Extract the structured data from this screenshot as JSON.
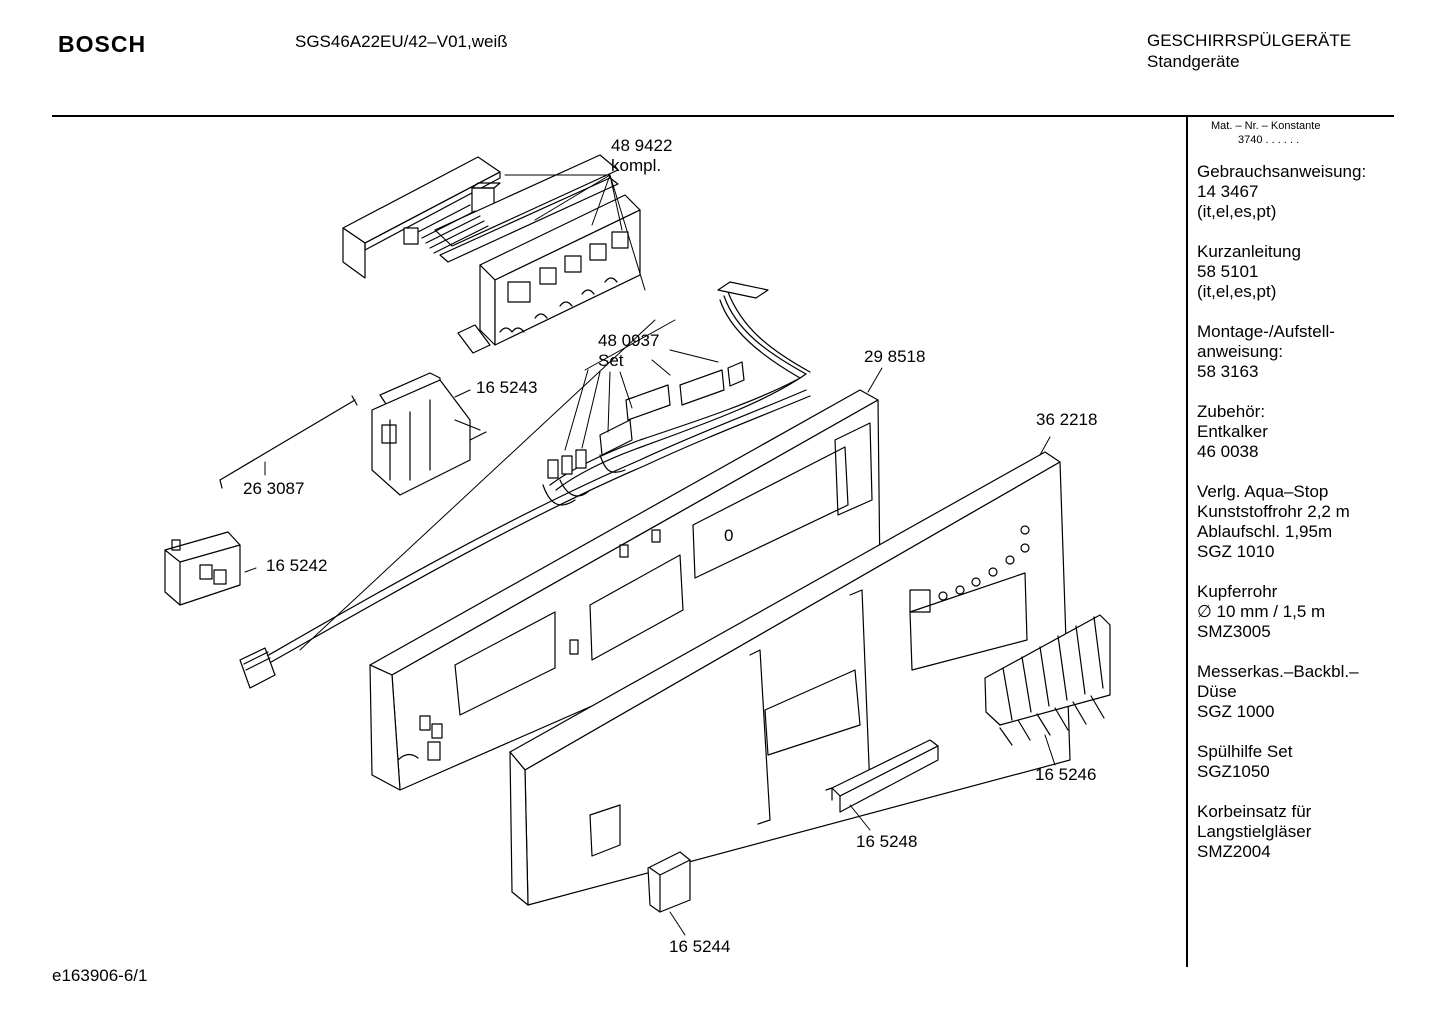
{
  "header": {
    "brand": "BOSCH",
    "model": "SGS46A22EU/42–V01,weiß",
    "category_line1": "GESCHIRRSPÜLGERÄTE",
    "category_line2": "Standgeräte"
  },
  "sidebar": {
    "mat_header": "Mat. – Nr. – Konstante",
    "mat_value": "3740 . . . . . .",
    "groups": [
      {
        "lines": [
          "Gebrauchsanweisung:",
          "14 3467",
          "(it,el,es,pt)"
        ]
      },
      {
        "lines": [
          "Kurzanleitung",
          "58 5101",
          "(it,el,es,pt)"
        ]
      },
      {
        "lines": [
          "Montage-/Aufstell-",
          "anweisung:",
          "58 3163"
        ]
      },
      {
        "lines": [
          "Zubehör:",
          "Entkalker",
          "46 0038"
        ]
      },
      {
        "lines": [
          "Verlg. Aqua–Stop",
          "Kunststoffrohr 2,2 m",
          "Ablaufschl. 1,95m",
          "SGZ 1010"
        ]
      },
      {
        "lines": [
          "Kupferrohr",
          "∅ 10 mm / 1,5 m",
          "SMZ3005"
        ]
      },
      {
        "lines": [
          "Messerkas.–Backbl.–",
          "Düse",
          "SGZ 1000"
        ]
      },
      {
        "lines": [
          "Spülhilfe Set",
          "SGZ1050"
        ]
      },
      {
        "lines": [
          "Korbeinsatz für",
          "Langstielgläser",
          "SMZ2004"
        ]
      }
    ]
  },
  "parts": {
    "p489422": "48 9422",
    "p489422_note": "kompl.",
    "p480937": "48 0937",
    "p480937_note": "Set",
    "p298518": "29 8518",
    "p165243": "16 5243",
    "p263087": "26 3087",
    "p165242": "16 5242",
    "p362218": "36 2218",
    "p165246": "16 5246",
    "p165248": "16 5248",
    "p165244": "16 5244",
    "display_digit": "0"
  },
  "footer": {
    "doc_id": "e163906-6/1"
  }
}
